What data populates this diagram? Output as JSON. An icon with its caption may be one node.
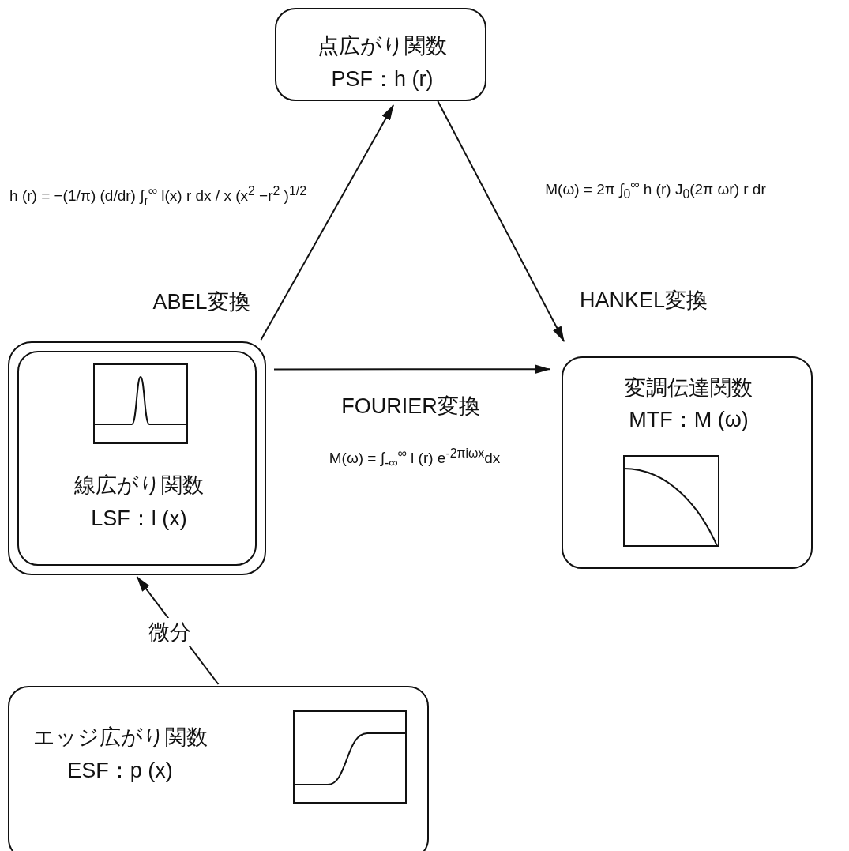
{
  "diagram": {
    "nodes": [
      {
        "text": [
          "点広がり関数",
          "PSF：h (r)"
        ]
      },
      {
        "text": [],
        "shape": "box"
      },
      {
        "text": [
          "線広がり関数",
          "LSF：l (x)"
        ],
        "in": 1
      },
      {
        "text": [
          "変調伝達関数",
          "MTF：M (ω)"
        ]
      },
      {
        "text": [
          "エッジ広がり関数",
          "ESF：p (x)"
        ]
      }
    ],
    "edges": [
      {
        "from": 1,
        "to": 0,
        "arrow": "to",
        "label": "ABEL変換"
      },
      {
        "from": 0,
        "to": 3,
        "arrow": "to",
        "label": "HANKEL変換"
      },
      {
        "from": 1,
        "to": 3,
        "arrow": "to",
        "label": "FOURIER変換"
      },
      {
        "from": 4,
        "to": 1,
        "arrow": "to",
        "label": "微分"
      }
    ],
    "labels": [
      "h (r) = −(1/π) (d/dr) ∫$_{r}$$^{∞}$ l(x) r dx / x (x$^{2}$ −r$^{2}$ )$^{1/2}$",
      "M(ω) = 2π ∫$_{0}$$^{∞}$ h (r) J$_{0}$(2π ωr) r dr",
      "M(ω) = ∫$_{-∞}$$^{∞}$ l (r) e$^{-2πiωx}$dx"
    ]
  }
}
